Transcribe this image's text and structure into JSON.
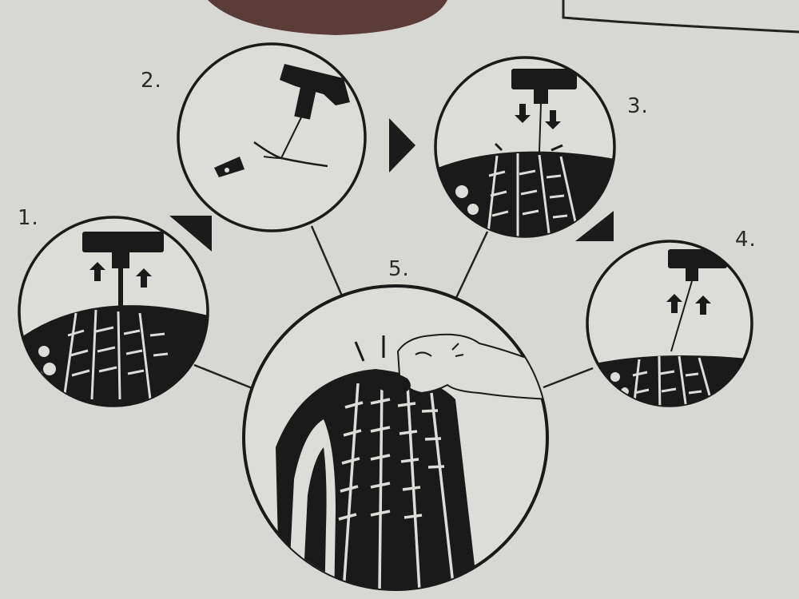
{
  "steps": [
    {
      "number": "1.",
      "icon": "tire-reamer-insert-icon"
    },
    {
      "number": "2.",
      "icon": "plug-threading-icon"
    },
    {
      "number": "3.",
      "icon": "plug-insert-icon"
    },
    {
      "number": "4.",
      "icon": "tool-withdraw-icon"
    },
    {
      "number": "5.",
      "icon": "trim-plug-icon"
    }
  ],
  "colors": {
    "paper": "#d7d7d4",
    "ink": "#1a1a1a"
  }
}
